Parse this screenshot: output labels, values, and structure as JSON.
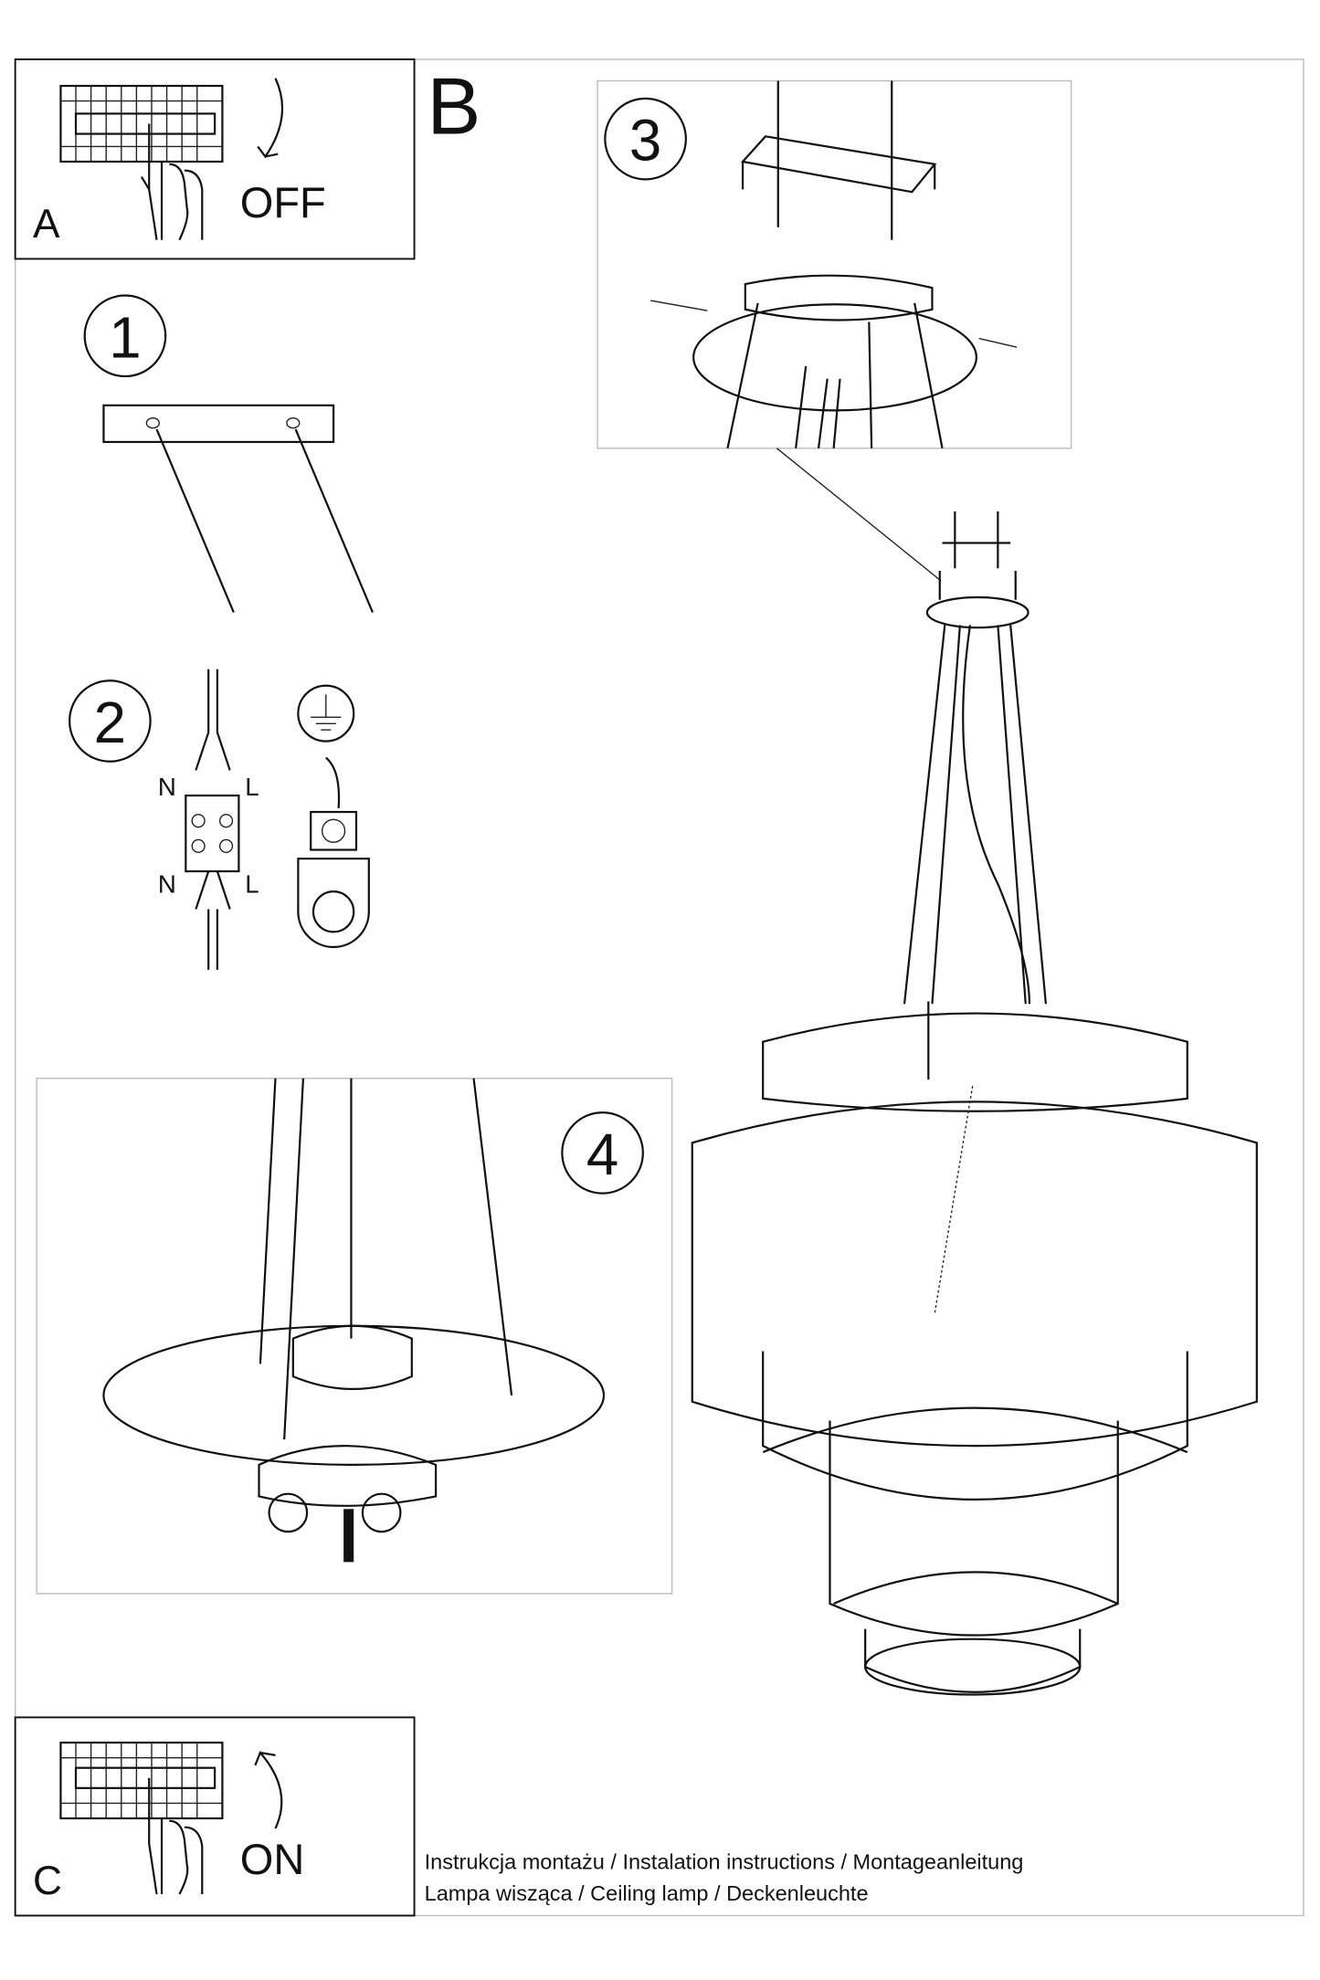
{
  "panels": {
    "a": {
      "letter": "A",
      "action": "OFF"
    },
    "b": {
      "letter": "B"
    },
    "c": {
      "letter": "C",
      "action": "ON"
    }
  },
  "steps": [
    {
      "number": "1"
    },
    {
      "number": "2",
      "neutral": "N",
      "live": "L"
    },
    {
      "number": "3"
    },
    {
      "number": "4"
    }
  ],
  "footer": {
    "line1": "Instrukcja montażu / Instalation instructions / Montageanleitung",
    "line2": "Lampa wisząca / Ceiling lamp / Deckenleuchte"
  },
  "icons": [
    "circuit-breaker-icon",
    "hand-icon",
    "arrow-down-icon",
    "arrow-up-icon",
    "ground-symbol-icon",
    "terminal-block-icon"
  ]
}
